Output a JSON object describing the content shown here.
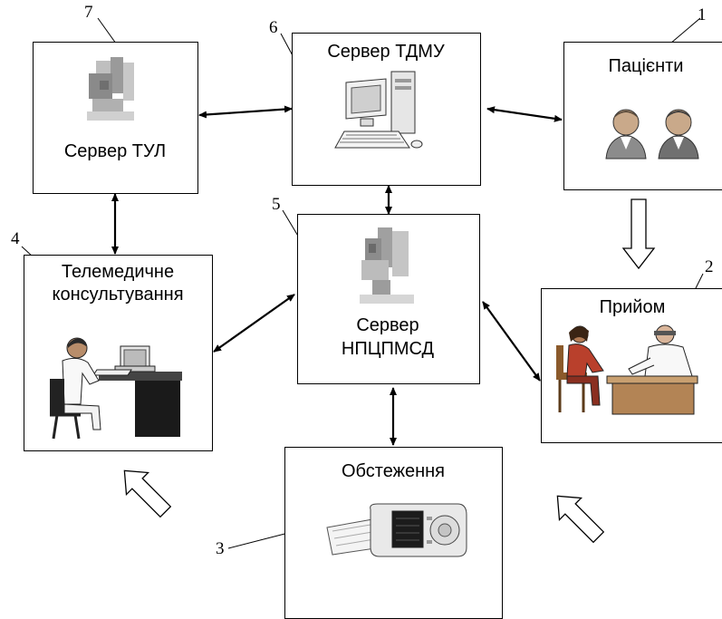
{
  "nodes": {
    "tul": {
      "number": "7",
      "label": "Сервер ТУЛ"
    },
    "tdmu": {
      "number": "6",
      "label": "Сервер ТДМУ"
    },
    "patients": {
      "number": "1",
      "label": "Пацієнти"
    },
    "npc": {
      "number": "5",
      "label_line1": "Сервер",
      "label_line2": "НПЦПМСД"
    },
    "telemed": {
      "number": "4",
      "label_line1": "Телемедичне",
      "label_line2": "консультування"
    },
    "reception": {
      "number": "2",
      "label": "Прийом"
    },
    "exam": {
      "number": "3",
      "label": "Обстеження"
    }
  },
  "icons": {
    "tul": "server-pixelated-icon",
    "tdmu": "desktop-computer-icon",
    "patients": "patients-icon",
    "npc": "server-pixelated-icon",
    "telemed": "doctor-at-workstation-icon",
    "reception": "doctor-patient-consultation-icon",
    "exam": "ecg-device-icon"
  }
}
